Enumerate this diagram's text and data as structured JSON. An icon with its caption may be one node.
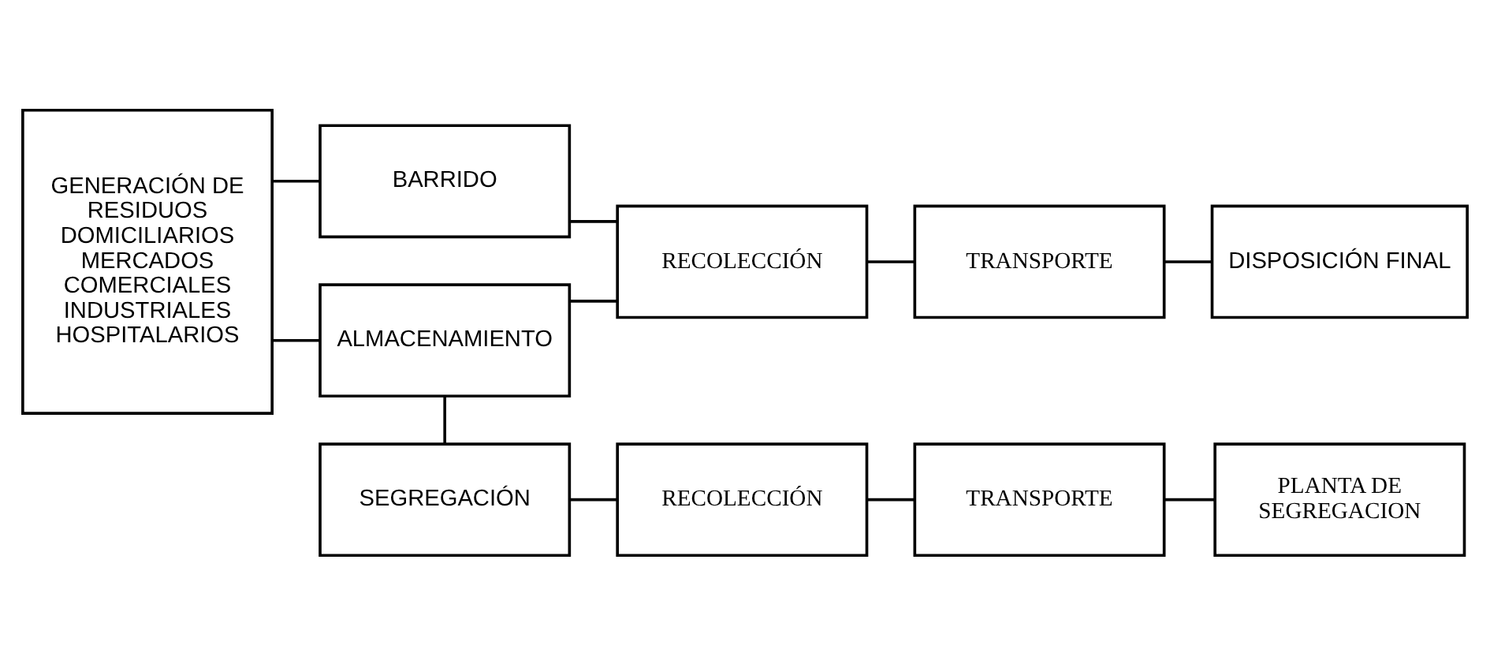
{
  "diagram": {
    "nodes": [
      {
        "text": [
          "GENERACIÓN DE RESIDUOS DOMICILIARIOS MERCADOS COMERCIALES INDUSTRIALES HOSPITALARIOS"
        ]
      },
      {
        "text": [
          "BARRIDO"
        ]
      },
      {
        "text": [
          "ALMACENAMIENTO"
        ]
      },
      {
        "text": [
          "RECOLECCIÓN"
        ]
      },
      {
        "text": [
          "TRANSPORTE"
        ]
      },
      {
        "text": [
          "DISPOSICIÓN FINAL"
        ]
      },
      {
        "text": [
          "SEGREGACIÓN"
        ]
      },
      {
        "text": [
          "RECOLECCIÓN"
        ]
      },
      {
        "text": [
          "TRANSPORTE"
        ]
      },
      {
        "text": [
          "PLANTA DE SEGREGACION"
        ]
      }
    ],
    "edges": [
      {
        "from": 0,
        "to": 1,
        "arrow": "none"
      },
      {
        "from": 0,
        "to": 2,
        "arrow": "none"
      },
      {
        "from": 1,
        "to": 3,
        "arrow": "none"
      },
      {
        "from": 2,
        "to": 3,
        "arrow": "none"
      },
      {
        "from": 3,
        "to": 4,
        "arrow": "none"
      },
      {
        "from": 4,
        "to": 5,
        "arrow": "none"
      },
      {
        "from": 2,
        "to": 6,
        "arrow": "none"
      },
      {
        "from": 6,
        "to": 7,
        "arrow": "none"
      },
      {
        "from": 7,
        "to": 8,
        "arrow": "none"
      },
      {
        "from": 8,
        "to": 9,
        "arrow": "none"
      }
    ]
  }
}
